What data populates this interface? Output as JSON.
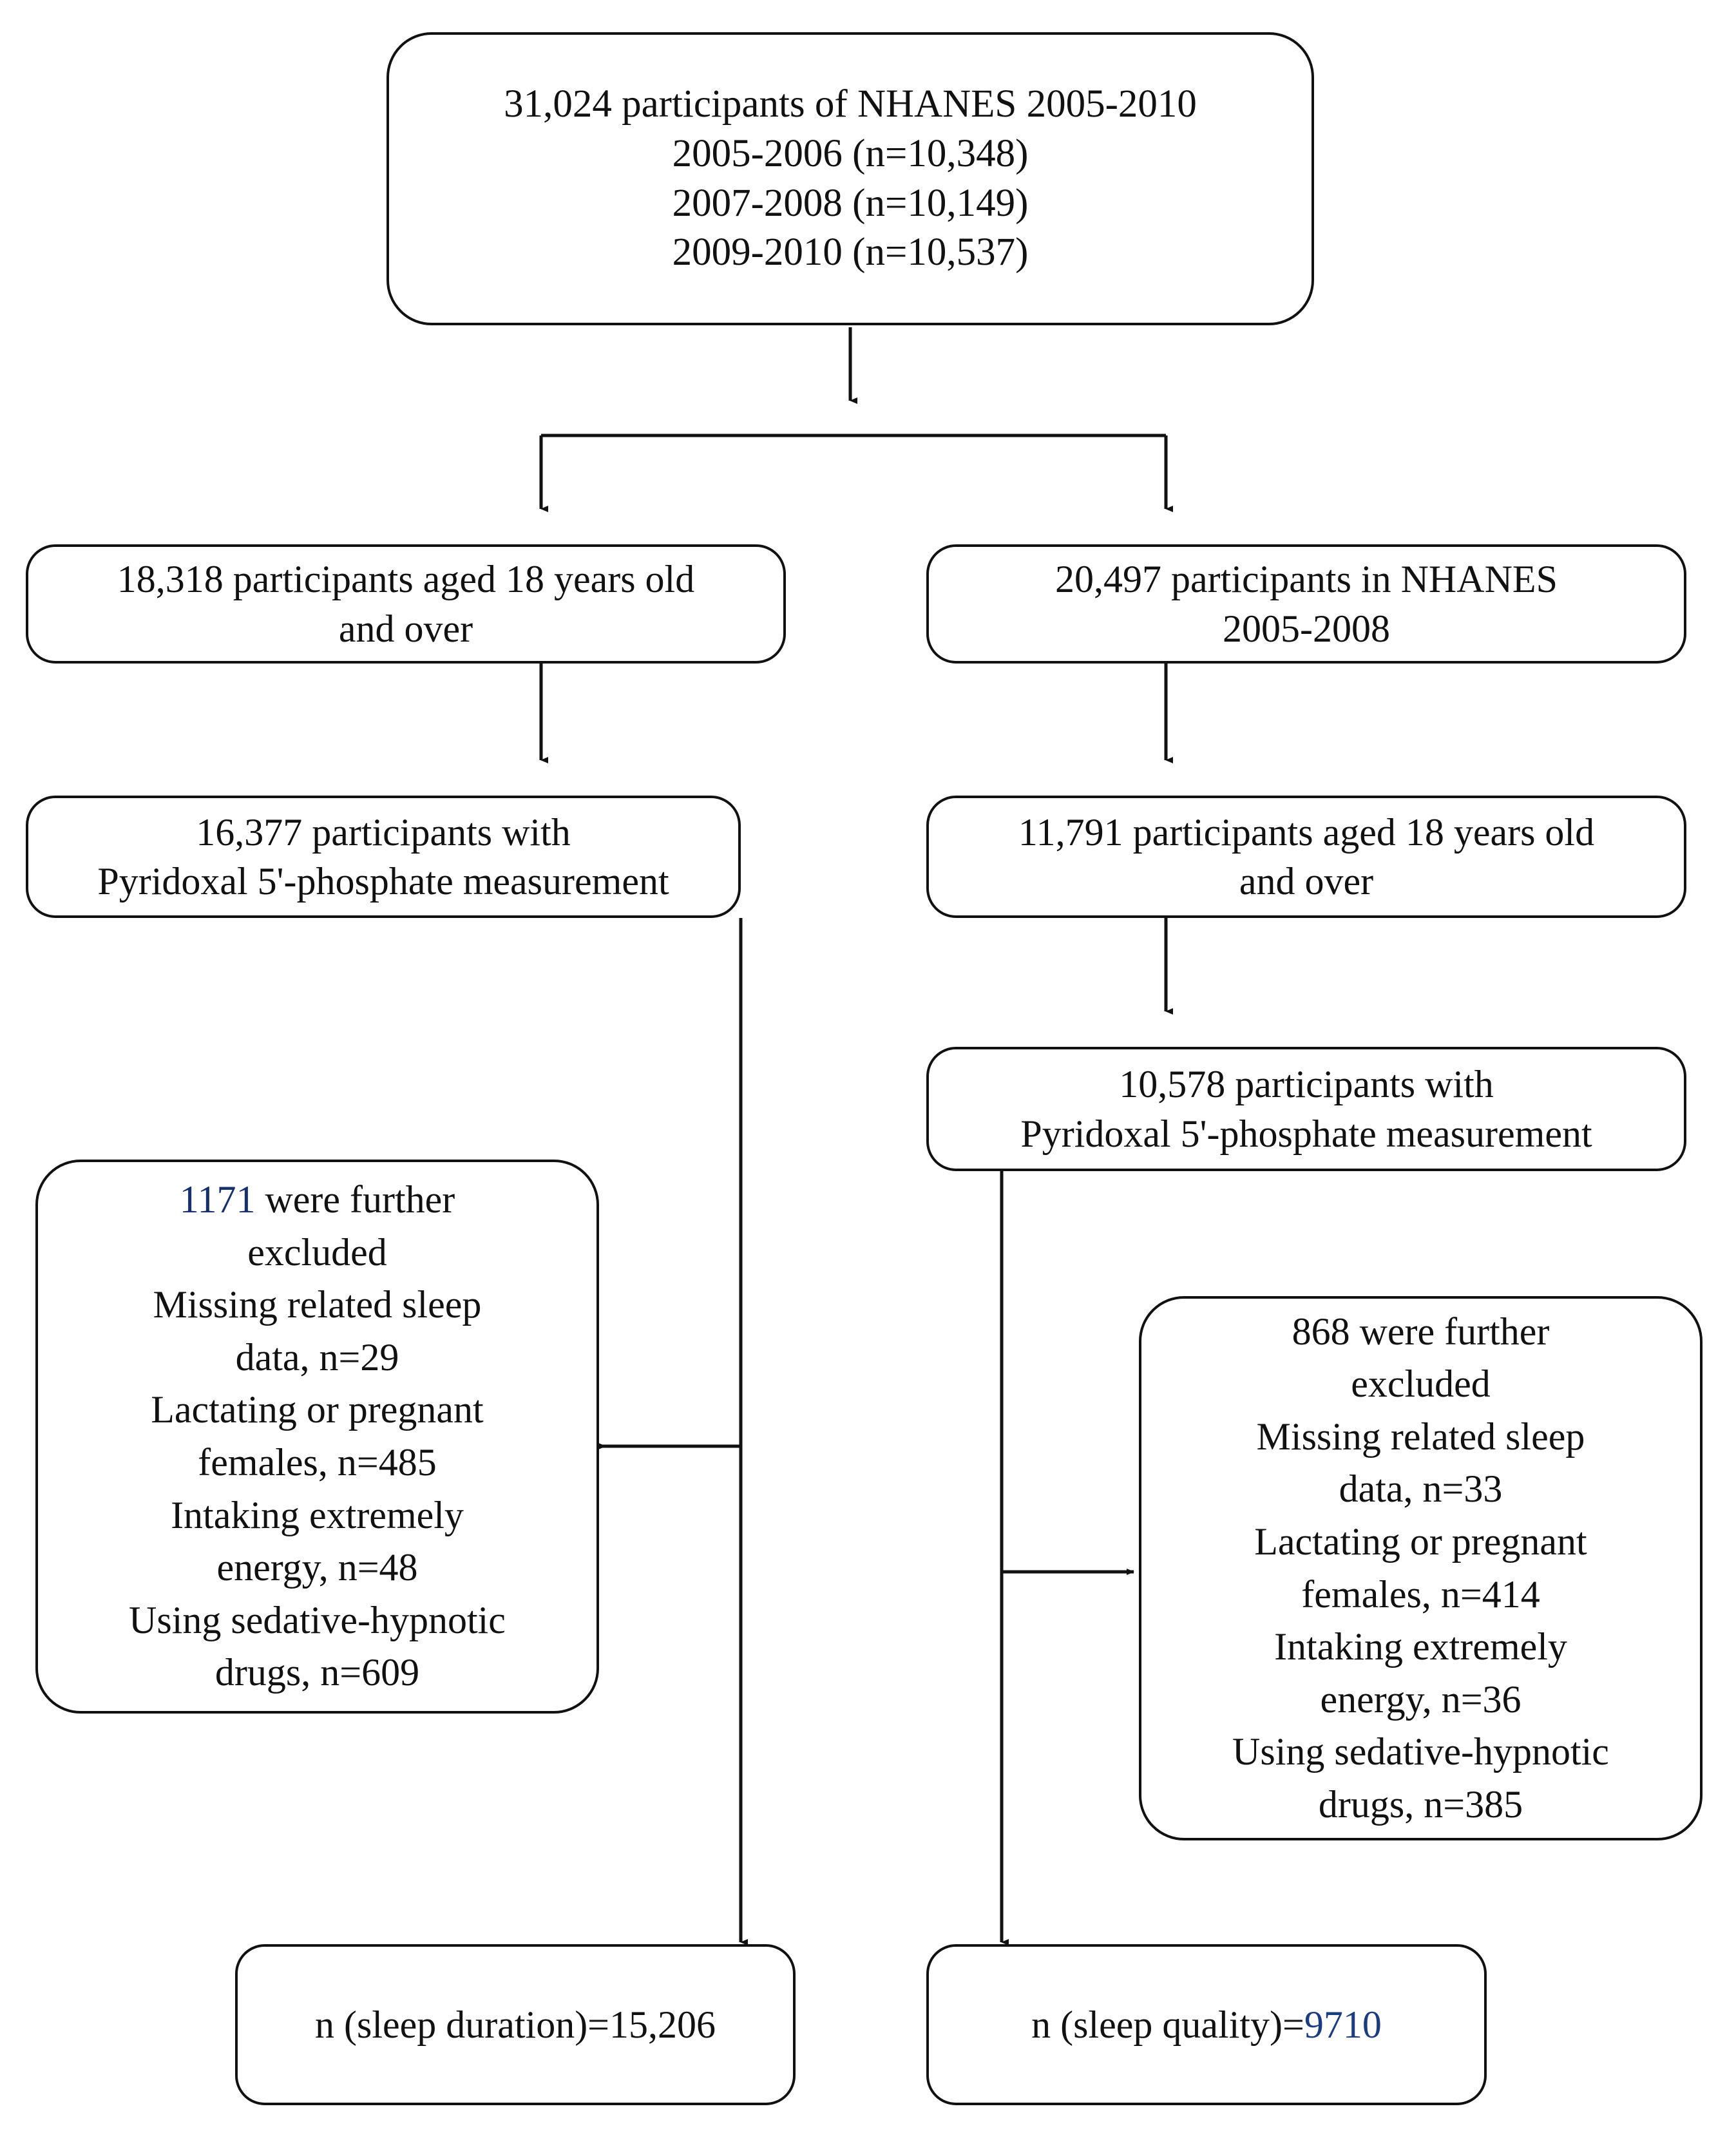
{
  "chart_data": {
    "type": "diagram",
    "title": "NHANES 2005-2010 participant selection flowchart",
    "diagram_kind": "flowchart"
  },
  "colors": {
    "stroke": "#111111",
    "background": "#ffffff",
    "accent_number": "#15306b"
  },
  "nodes": {
    "source": {
      "id": "source",
      "lines": [
        "31,024 participants of NHANES 2005-2010",
        "2005-2006 (n=10,348)",
        "2007-2008 (n=10,149)",
        "2009-2010 (n=10,537)"
      ]
    },
    "left_age": {
      "id": "left-age",
      "lines": [
        "18,318 participants aged 18 years old",
        "and over"
      ]
    },
    "right_cycle": {
      "id": "right-cycle",
      "lines": [
        "20,497 participants in NHANES",
        "2005-2008"
      ]
    },
    "left_plp": {
      "id": "left-plp",
      "lines": [
        "16,377 participants with",
        "Pyridoxal 5'-phosphate measurement"
      ]
    },
    "right_age": {
      "id": "right-age",
      "lines": [
        "11,791 participants aged 18 years old",
        "and over"
      ]
    },
    "right_plp": {
      "id": "right-plp",
      "lines": [
        "10,578 participants with",
        "Pyridoxal 5'-phosphate measurement"
      ]
    },
    "left_excluded": {
      "id": "left-excluded",
      "count": "1171",
      "heading_rest": " were further",
      "lines": [
        "excluded",
        "Missing related sleep",
        "data, n=29",
        "Lactating or pregnant",
        "females, n=485",
        "Intaking extremely",
        "energy, n=48",
        "Using sedative-hypnotic",
        "drugs, n=609"
      ]
    },
    "right_excluded": {
      "id": "right-excluded",
      "count": "868",
      "heading_rest": " were further",
      "lines": [
        "excluded",
        "Missing related sleep",
        "data, n=33",
        "Lactating or pregnant",
        "females, n=414",
        "Intaking extremely",
        "energy, n=36",
        "Using sedative-hypnotic",
        "drugs, n=385"
      ]
    },
    "outcome_left": {
      "id": "outcome-sleep-duration",
      "prefix": "n (sleep duration)=",
      "value": "15,206"
    },
    "outcome_right": {
      "id": "outcome-sleep-quality",
      "prefix": "n (sleep quality)=",
      "value": "9710"
    }
  }
}
